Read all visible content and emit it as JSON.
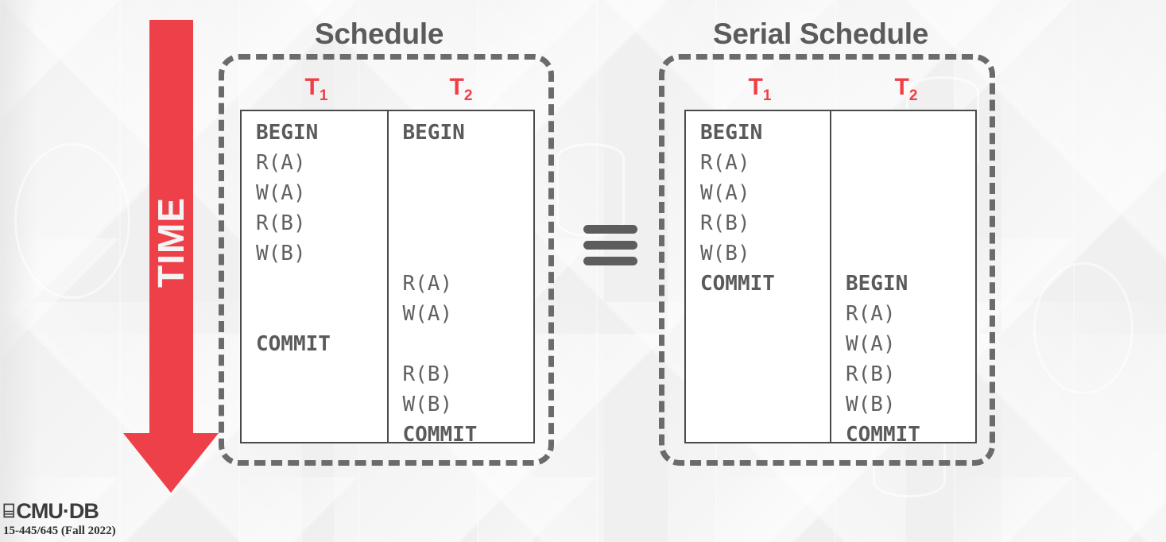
{
  "slide": {
    "background_color": "#f0f0f0",
    "accent_color": "#ef3e46",
    "text_color": "#5b5b5b"
  },
  "time_axis": {
    "label": "TIME",
    "direction": "downward",
    "color": "#ee4049",
    "icon": "down-arrow-icon"
  },
  "equivalence": {
    "symbol": "≡",
    "meaning": "equivalent-to",
    "color": "#5d5d5d"
  },
  "panels": [
    {
      "id": "schedule",
      "title": "Schedule",
      "columns": [
        {
          "header": "T",
          "subscript": "1",
          "ops": [
            {
              "text": "BEGIN",
              "bold": true
            },
            {
              "text": "R(A)",
              "bold": false
            },
            {
              "text": "W(A)",
              "bold": false
            },
            {
              "text": "R(B)",
              "bold": false
            },
            {
              "text": "W(B)",
              "bold": false
            },
            {
              "text": "",
              "bold": false
            },
            {
              "text": "",
              "bold": false
            },
            {
              "text": "COMMIT",
              "bold": true
            },
            {
              "text": "",
              "bold": false
            },
            {
              "text": "",
              "bold": false
            },
            {
              "text": "",
              "bold": false
            }
          ]
        },
        {
          "header": "T",
          "subscript": "2",
          "ops": [
            {
              "text": "BEGIN",
              "bold": true
            },
            {
              "text": "",
              "bold": false
            },
            {
              "text": "",
              "bold": false
            },
            {
              "text": "",
              "bold": false
            },
            {
              "text": "",
              "bold": false
            },
            {
              "text": "R(A)",
              "bold": false
            },
            {
              "text": "W(A)",
              "bold": false
            },
            {
              "text": "",
              "bold": false
            },
            {
              "text": "R(B)",
              "bold": false
            },
            {
              "text": "W(B)",
              "bold": false
            },
            {
              "text": "COMMIT",
              "bold": true
            }
          ]
        }
      ]
    },
    {
      "id": "serial",
      "title": "Serial Schedule",
      "columns": [
        {
          "header": "T",
          "subscript": "1",
          "ops": [
            {
              "text": "BEGIN",
              "bold": true
            },
            {
              "text": "R(A)",
              "bold": false
            },
            {
              "text": "W(A)",
              "bold": false
            },
            {
              "text": "R(B)",
              "bold": false
            },
            {
              "text": "W(B)",
              "bold": false
            },
            {
              "text": "COMMIT",
              "bold": true
            },
            {
              "text": "",
              "bold": false
            },
            {
              "text": "",
              "bold": false
            },
            {
              "text": "",
              "bold": false
            },
            {
              "text": "",
              "bold": false
            },
            {
              "text": "",
              "bold": false
            }
          ]
        },
        {
          "header": "T",
          "subscript": "2",
          "ops": [
            {
              "text": "",
              "bold": false
            },
            {
              "text": "",
              "bold": false
            },
            {
              "text": "",
              "bold": false
            },
            {
              "text": "",
              "bold": false
            },
            {
              "text": "",
              "bold": false
            },
            {
              "text": "BEGIN",
              "bold": true
            },
            {
              "text": "R(A)",
              "bold": false
            },
            {
              "text": "W(A)",
              "bold": false
            },
            {
              "text": "R(B)",
              "bold": false
            },
            {
              "text": "W(B)",
              "bold": false
            },
            {
              "text": "COMMIT",
              "bold": true
            }
          ]
        }
      ]
    }
  ],
  "footer": {
    "logo_glyph": "⌸",
    "logo_text": "CMU·DB",
    "course": "15-445/645 (Fall 2022)"
  }
}
